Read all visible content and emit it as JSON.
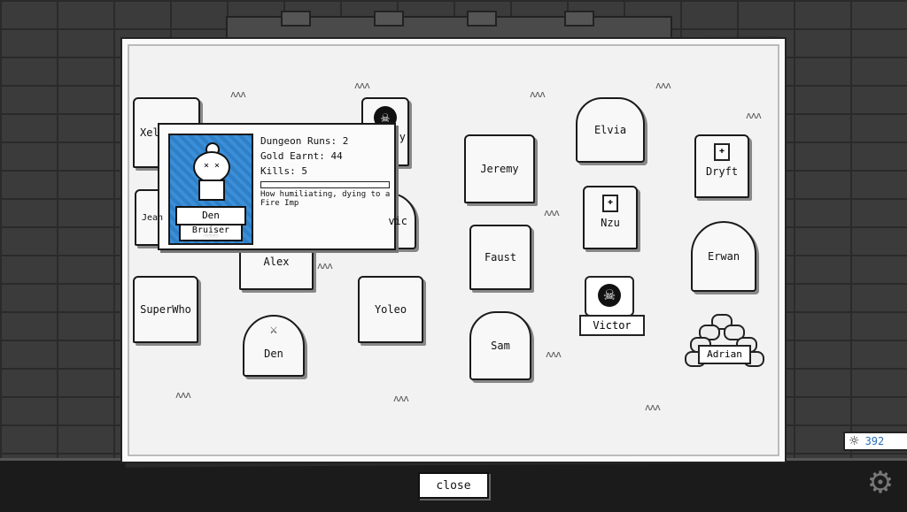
{
  "graves": {
    "xel": "Xel",
    "jean": "Jean",
    "alex": "Alex",
    "vic": "vic",
    "superwho": "SuperWho",
    "den": "Den",
    "yoleo": "Yoleo",
    "jeremy": "Jeremy",
    "faust": "Faust",
    "sam": "Sam",
    "elvia": "Elvia",
    "nzu": "Nzu",
    "victor": "Victor",
    "dryft": "Dryft",
    "erwan": "Erwan",
    "adrian": "Adrian",
    "hidden_y": "y"
  },
  "card": {
    "name": "Den",
    "class": "Bruiser",
    "hearts": "♡♡♡♡",
    "dungeon_runs": "Dungeon Runs: 2",
    "gold": "Gold Earnt: 44",
    "kills": "Kills: 5",
    "xp_fraction": 0.0,
    "death_message": "How humiliating, dying to a Fire Imp"
  },
  "footer": {
    "close_label": "close",
    "currency_value": "392"
  },
  "colors": {
    "portrait_blue": "#3a8fd8",
    "currency_blue": "#2a6fb5"
  },
  "icons": {
    "settings": "gear-icon",
    "currency": "sun-icon",
    "skull": "skull-icon"
  }
}
